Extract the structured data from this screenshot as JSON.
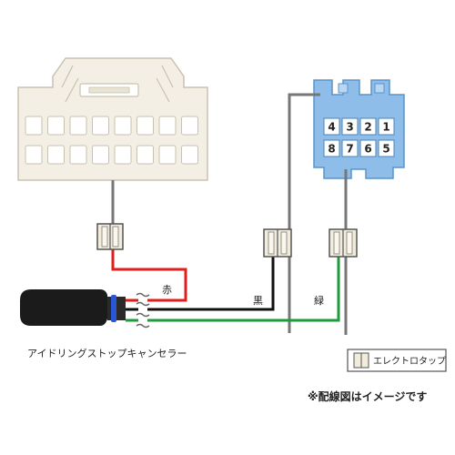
{
  "diagram": {
    "wire_labels": {
      "red": "赤",
      "black": "黒",
      "green": "緑"
    },
    "blue_connector_pins": [
      "4",
      "3",
      "2",
      "1",
      "8",
      "7",
      "6",
      "5"
    ],
    "device_label": "アイドリングストップキャンセラー",
    "legend_label": "エレクトロタップ",
    "note": "※配線図はイメージです"
  },
  "colors": {
    "white_connector_fill": "#f4efe4",
    "white_connector_stroke": "#c9c2b0",
    "blue_connector_fill": "#8dbde8",
    "blue_connector_stroke": "#5a93c8",
    "gray_wire": "#777777",
    "red_wire": "#e01e1e",
    "black_wire": "#111111",
    "green_wire": "#1f9a3c",
    "device_body": "#1b1b1b",
    "device_ring": "#2a57d6",
    "tap_fill": "#f1ecdc",
    "tap_stroke": "#555555"
  },
  "icons": [
    "white-harness-connector",
    "blue-harness-connector",
    "electro-tap",
    "idle-stop-canceller-device",
    "wire-break-mark"
  ]
}
